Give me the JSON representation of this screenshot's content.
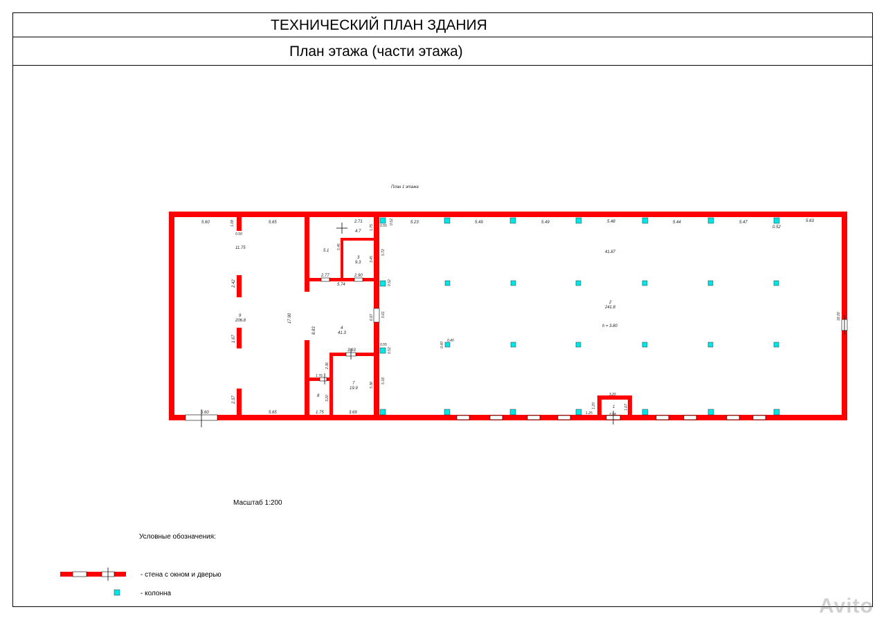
{
  "header": {
    "title": "ТЕХНИЧЕСКИЙ ПЛАН ЗДАНИЯ",
    "subtitle": "План этажа (части этажа)"
  },
  "plan": {
    "caption": "План 1 этажа",
    "wall_color": "#ff0000",
    "column_color": "#00e5e5",
    "dimensions": [
      "5.60",
      "5.65",
      "1.08",
      "0.50",
      "11.75",
      "2.42",
      "1.67",
      "2.37",
      "17.90",
      "8.83",
      "5.60",
      "5.65",
      "1.75",
      "3.69",
      "2.71",
      "4.7",
      "1.75",
      "0.55",
      "0.52",
      "5.1",
      "5.46",
      "3",
      "9.3",
      "3.45",
      "2.77",
      "5.74",
      "2.90",
      "4",
      "41.3",
      "6.97",
      "5.61",
      "5.72",
      "0.52",
      "0.55",
      "0.52",
      "3.93",
      "2.36",
      "1.76",
      "8",
      "3.20",
      "7",
      "19.9",
      "5.38",
      "5.18",
      "5.23",
      "5.49",
      "5.49",
      "5.48",
      "5.44",
      "5.47",
      "0.52",
      "5.63",
      "41.87",
      "2",
      "241.8",
      "h = 3.80",
      "0.40",
      "0.40",
      "18.00",
      "3.20",
      "1.20",
      "1.25",
      "1",
      "2.98",
      "1.67",
      "9",
      "206.8"
    ],
    "rooms": [
      {
        "number": "9",
        "area": "206.8"
      },
      {
        "number": "2",
        "area": "241.8"
      },
      {
        "number": "4",
        "area": "41.3"
      },
      {
        "number": "7",
        "area": "19.9"
      },
      {
        "number": "3",
        "area": "9.3"
      },
      {
        "number": "1",
        "area": "2.98"
      }
    ],
    "height_note": "h = 3.80"
  },
  "scale": "Масштаб 1:200",
  "legend": {
    "title": "Условные обозначения:",
    "wall_label": "- стена с окном и дверью",
    "column_label": "- колонна"
  },
  "watermark": "Avito"
}
